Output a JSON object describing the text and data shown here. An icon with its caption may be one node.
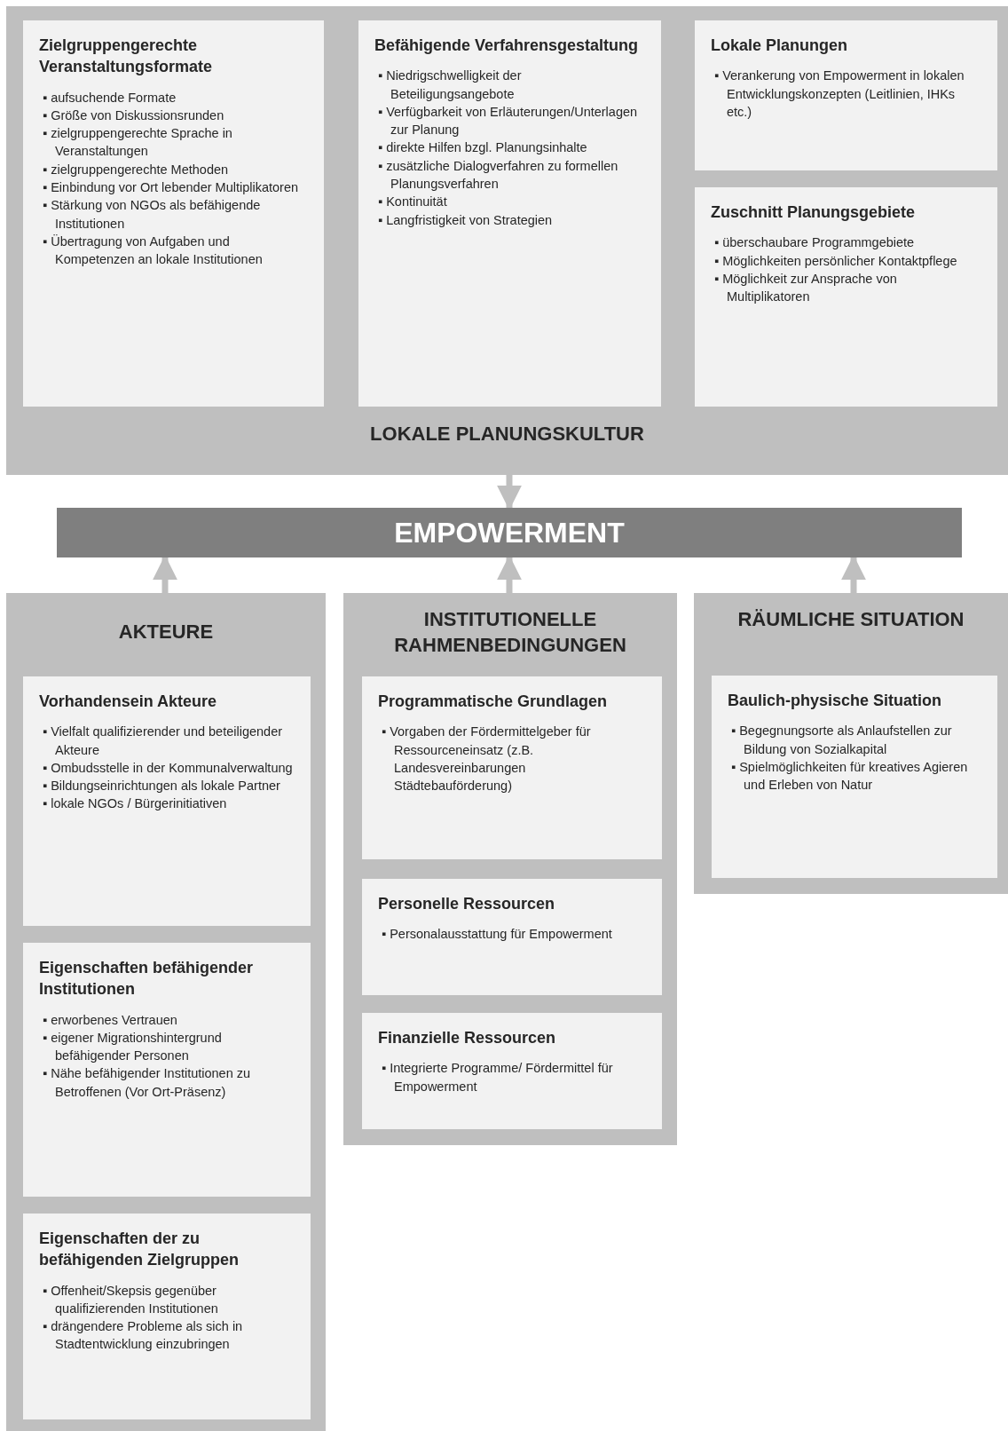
{
  "diagram": {
    "nodes": [
      {
        "text": [
          "LOKALE PLANUNGSKULTUR"
        ]
      },
      {
        "text": [
          "Zielgruppengerechte Veranstaltungsformate",
          "▪ aufsuchende Formate",
          "▪ Größe von Diskussionsrunden",
          "▪ zielgruppengerechte Sprache in Veranstaltungen",
          "▪ zielgruppengerechte Methoden",
          "▪ Einbindung vor Ort lebender Multiplikatoren",
          "▪ Stärkung von NGOs als befähigende Institutionen",
          "▪ Übertragung von Aufgaben und Kompetenzen an lokale Institutionen"
        ],
        "in": 0
      },
      {
        "text": [
          "Befähigende Verfahrensgestaltung",
          "▪ Niedrigschwelligkeit der Beteiligungsangebote",
          "▪ Verfügbarkeit von Erläuterungen/Unterlagen zur Planung",
          "▪ direkte Hilfen bzgl. Planungsinhalte",
          "▪ zusätzliche Dialogverfahren zu formellen Planungsverfahren",
          "▪ Kontinuität",
          "▪ Langfristigkeit von Strategien"
        ],
        "in": 0
      },
      {
        "text": [
          "Lokale Planungen",
          "▪ Verankerung von Empowerment in lokalen Entwicklungskonzepten (Leitlinien, IHKs etc.)"
        ],
        "in": 0
      },
      {
        "text": [
          "Zuschnitt Planungsgebiete",
          "▪ überschaubare Programmgebiete",
          "▪ Möglichkeiten persönlicher Kontaktpflege",
          "▪ Möglichkeit zur Ansprache von Multiplikatoren"
        ],
        "in": 0
      },
      {
        "text": [
          "EMPOWERMENT"
        ]
      },
      {
        "text": [
          "AKTEURE"
        ]
      },
      {
        "text": [
          "Vorhandensein Akteure",
          "▪ Vielfalt qualifizierender und beteiligender Akteure",
          "▪ Ombudsstelle in der Kommunalverwaltung",
          "▪ Bildungseinrichtungen als lokale Partner",
          "▪ lokale NGOs / Bürgerinitiativen"
        ],
        "in": 6
      },
      {
        "text": [
          "Eigenschaften befähigender Institutionen",
          "▪ erworbenes Vertrauen",
          "▪ eigener Migrationshintergrund befähigender Personen",
          "▪ Nähe befähigender Institutionen zu Betroffenen (Vor Ort-Präsenz)"
        ],
        "in": 6
      },
      {
        "text": [
          "Eigenschaften der zu befähigenden Zielgruppen",
          "▪ Offenheit/Skepsis gegenüber qualifizierenden Institutionen",
          "▪ drängendere Probleme als sich in Stadtentwicklung einzubringen"
        ],
        "in": 6
      },
      {
        "text": [
          "INSTITUTIONELLE RAHMENBEDINGUNGEN"
        ]
      },
      {
        "text": [
          "Programmatische Grundlagen",
          "▪ Vorgaben der Fördermittelgeber für Ressourceneinsatz (z.B. Landesvereinbarungen Städtebauförderung)"
        ],
        "in": 10
      },
      {
        "text": [
          "Personelle Ressourcen",
          "▪ Personalausstattung für Empowerment"
        ],
        "in": 10
      },
      {
        "text": [
          "Finanzielle Ressourcen",
          "▪ Integrierte Programme/ Fördermittel für Empowerment"
        ],
        "in": 10
      },
      {
        "text": [
          "RÄUMLICHE SITUATION"
        ]
      },
      {
        "text": [
          "Baulich-physische Situation",
          "▪ Begegnungsorte als Anlaufstellen zur Bildung von Sozialkapital",
          "▪ Spielmöglichkeiten für kreatives Agieren und Erleben von Natur"
        ],
        "in": 14
      }
    ],
    "edges": [
      {
        "from": 0,
        "to": 5,
        "arrow": "to"
      },
      {
        "from": 6,
        "to": 5,
        "arrow": "to"
      },
      {
        "from": 10,
        "to": 5,
        "arrow": "to"
      },
      {
        "from": 14,
        "to": 5,
        "arrow": "to"
      }
    ]
  }
}
